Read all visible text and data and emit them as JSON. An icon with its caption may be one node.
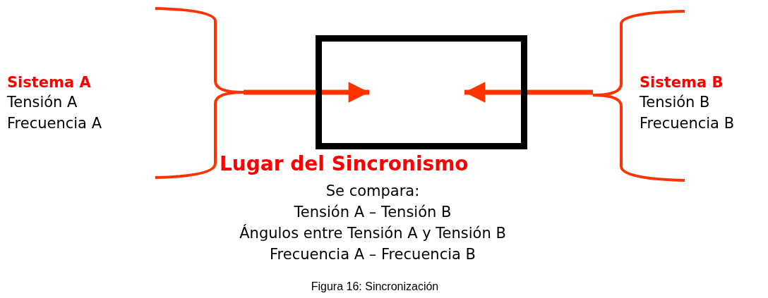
{
  "diagram": {
    "nodes": [
      {
        "text": [
          "Sistema A",
          "Tensión A",
          "Frecuencia A"
        ]
      },
      {
        "text": [
          "Lugar del Sincronismo"
        ]
      },
      {
        "text": [
          "Sistema B",
          "Tensión B",
          "Frecuencia B"
        ]
      }
    ],
    "edges": [
      {
        "from": 0,
        "to": 1,
        "arrow": "to"
      },
      {
        "from": 2,
        "to": 1,
        "arrow": "to"
      }
    ],
    "labels": [
      "Se compara:",
      "Tensión A – Tensión B",
      "Ángulos entre Tensión A y Tensión B",
      "Frecuencia A – Frecuencia B"
    ],
    "caption": "Figura 16: Sincronización"
  }
}
